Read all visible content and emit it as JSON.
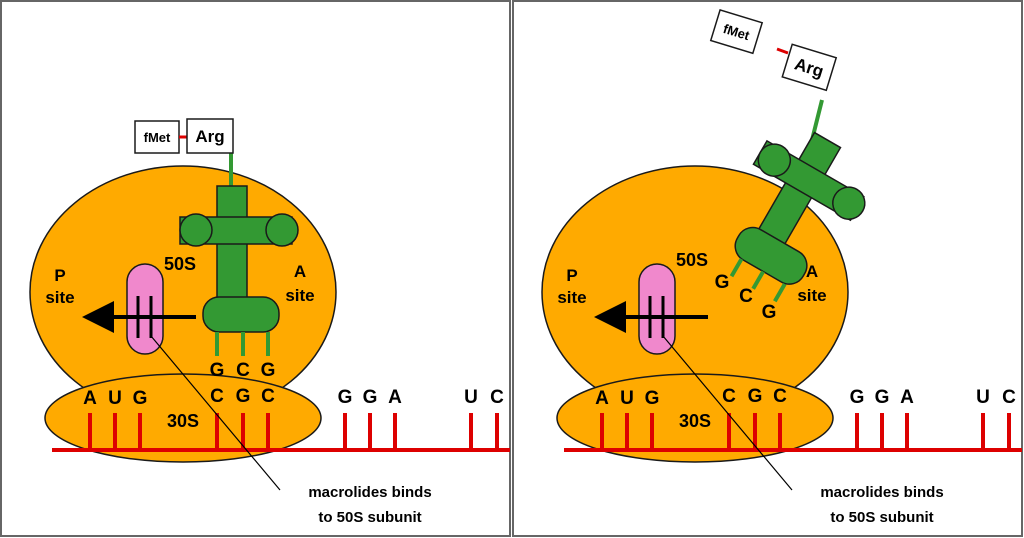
{
  "colors": {
    "ribosome": "#ffaa00",
    "ribosome_outline": "#1a1a1a",
    "trna": "#339933",
    "mrna": "#dd0000",
    "macrolide": "#f088cc",
    "panel_border": "#666666"
  },
  "panels": [
    {
      "labels": {
        "p_site_line1": "P",
        "p_site_line2": "site",
        "a_site_line1": "A",
        "a_site_line2": "site",
        "large_subunit": "50S",
        "small_subunit": "30S"
      },
      "peptide": [
        "fMet",
        "Arg"
      ],
      "anticodon": [
        "G",
        "C",
        "G"
      ],
      "mrna_bases": [
        "A",
        "U",
        "G",
        "C",
        "G",
        "C",
        "G",
        "G",
        "A",
        "U",
        "C"
      ],
      "annotation_line1": "macrolides binds",
      "annotation_line2": "to 50S subunit"
    },
    {
      "labels": {
        "p_site_line1": "P",
        "p_site_line2": "site",
        "a_site_line1": "A",
        "a_site_line2": "site",
        "large_subunit": "50S",
        "small_subunit": "30S"
      },
      "peptide": [
        "fMet",
        "Arg"
      ],
      "anticodon": [
        "G",
        "C",
        "G"
      ],
      "mrna_bases": [
        "A",
        "U",
        "G",
        "C",
        "G",
        "C",
        "G",
        "G",
        "A",
        "U",
        "C"
      ],
      "annotation_line1": "macrolides binds",
      "annotation_line2": "to 50S subunit"
    }
  ]
}
